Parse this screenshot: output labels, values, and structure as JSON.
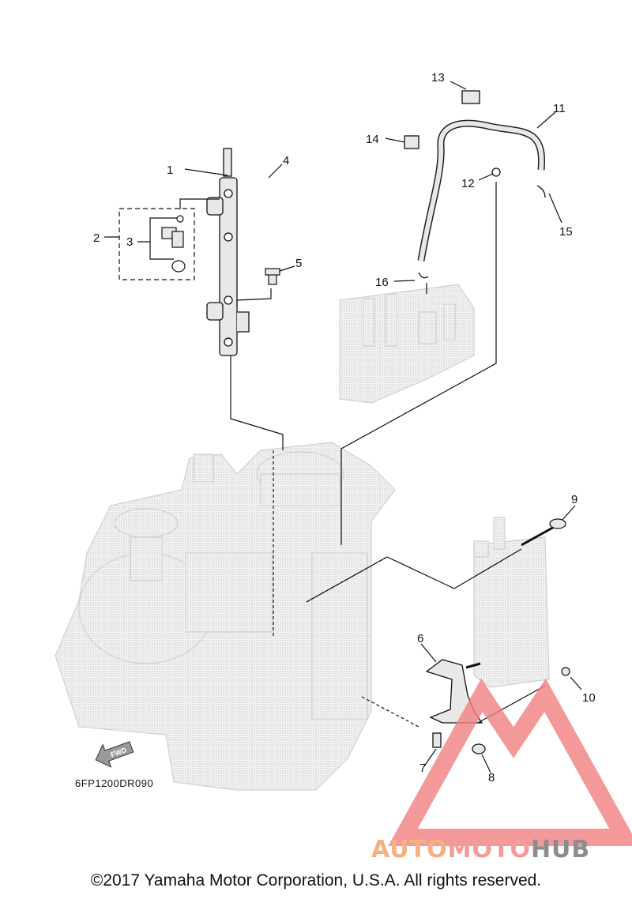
{
  "callouts": [
    "1",
    "2",
    "3",
    "4",
    "5",
    "6",
    "7",
    "8",
    "9",
    "10",
    "11",
    "12",
    "13",
    "14",
    "15",
    "16"
  ],
  "fwd_label": "FWD",
  "diagram_code": "6FP1200DR090",
  "watermark": {
    "part1": "AUTO",
    "part2": "MOTO",
    "part3": "HUB"
  },
  "copyright": "©2017 Yamaha Motor Corporation, U.S.A. All rights reserved.",
  "colors": {
    "ink": "#111111",
    "ghost": "#d9d9d9",
    "watermark_red": "#f08080",
    "watermark_orange": "#f4b183",
    "watermark_gray": "#8c8c8c"
  }
}
